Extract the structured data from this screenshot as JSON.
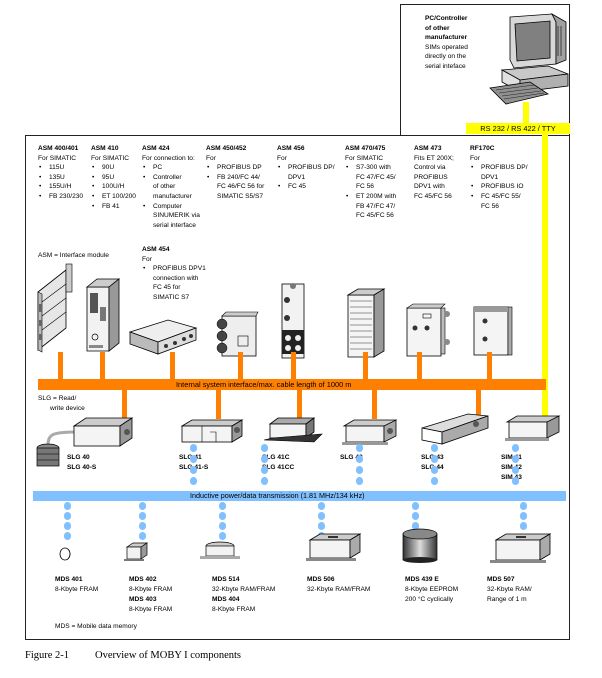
{
  "pc": {
    "description_lines": [
      "PC/Controller",
      "of other",
      "manufacturer",
      "SIMs operated",
      "directly on the",
      "serial inteface"
    ],
    "interface_label": "RS 232 / RS 422 / TTY"
  },
  "legend": {
    "asm": "ASM = Interface module",
    "slg_line1": "SLG = Read/",
    "slg_line2": "write device",
    "mds": "MDS =  Mobile data memory"
  },
  "asm_modules": [
    {
      "title": "ASM 400/401",
      "subtitle": "For SIMATIC",
      "items": [
        [
          "115U"
        ],
        [
          "135U"
        ],
        [
          "155U/H"
        ],
        [
          "FB 230/230"
        ]
      ]
    },
    {
      "title": "ASM 410",
      "subtitle": "For SIMATIC",
      "items": [
        [
          "90U"
        ],
        [
          "95U"
        ],
        [
          "100U/H"
        ],
        [
          "ET 100/200"
        ],
        [
          "FB 41"
        ]
      ]
    },
    {
      "title": "ASM 424",
      "subtitle": "For connection to:",
      "items": [
        [
          "PC"
        ],
        [
          "Controller",
          "of other",
          "manufacturer"
        ],
        [
          "Computer",
          "SINUMERIK via",
          "serial interface"
        ]
      ]
    },
    {
      "title": "ASM 450/452",
      "subtitle": "For",
      "items": [
        [
          "PROFIBUS DP"
        ],
        [
          "FB 240/FC 44/",
          "FC 46/FC 56 for",
          "SIMATIC S5/S7"
        ]
      ]
    },
    {
      "title": "ASM 456",
      "subtitle": "For",
      "items": [
        [
          "PROFIBUS DP/",
          "DPV1"
        ],
        [
          "FC 45"
        ]
      ]
    },
    {
      "title": "ASM 470/475",
      "subtitle": "For SIMATIC",
      "items": [
        [
          "S7-300 with",
          "FC 47/FC 45/",
          "FC 56"
        ],
        [
          "ET 200M with",
          "FB 47/FC 47/",
          "FC 45/FC 56"
        ]
      ]
    },
    {
      "title": "ASM 473",
      "subtitle": "Fits ET 200X;",
      "extra_lines": [
        "Control via",
        "PROFIBUS",
        "DPV1 with",
        "FC 45/FC 56"
      ],
      "items": []
    },
    {
      "title": "RF170C",
      "subtitle": "For",
      "items": [
        [
          "PROFIBUS DP/",
          "DPV1"
        ],
        [
          "PROFIBUS IO"
        ],
        [
          "FC 45/FC 55/",
          "FC 56"
        ]
      ]
    },
    {
      "title": "ASM 454",
      "subtitle": "For",
      "items": [
        [
          "PROFIBUS DPV1",
          "connection with",
          "FC 45 for",
          "SIMATIC S7"
        ]
      ]
    }
  ],
  "buses": {
    "internal": "Internal system interface/max. cable length of 1000 m",
    "inductive": "Inductive power/data transmission (1.81 MHz/134 kHz)"
  },
  "slg_devices": [
    {
      "lines": [
        "SLG 40",
        "SLG 40-S"
      ]
    },
    {
      "lines": [
        "SLG 41",
        "SLG 41-S"
      ]
    },
    {
      "lines": [
        "SLG 41C",
        "SLG 41CC"
      ]
    },
    {
      "lines": [
        "SLG 42"
      ]
    },
    {
      "lines": [
        "SLG 43",
        "SLG 44"
      ]
    },
    {
      "lines": [
        "SIM 41",
        "SIM 42",
        "SIM 43"
      ]
    }
  ],
  "mds_devices": [
    {
      "name": "MDS 401",
      "desc": [
        "8-Kbyte FRAM"
      ]
    },
    {
      "name": "MDS 402",
      "desc": [
        "8-Kbyte FRAM"
      ],
      "name2": "MDS 403",
      "desc2": [
        "8-Kbyte FRAM"
      ]
    },
    {
      "name": "MDS 514",
      "desc": [
        "32-Kbyte RAM/FRAM"
      ],
      "name2": "MDS 404",
      "desc2": [
        "8-Kbyte FRAM"
      ]
    },
    {
      "name": "MDS 506",
      "desc": [
        "32-Kbyte RAM/FRAM"
      ]
    },
    {
      "name": "MDS 439 E",
      "desc": [
        "8-Kbyte EEPROM",
        "200 °C cyclically"
      ]
    },
    {
      "name": "MDS 507",
      "desc": [
        "32-Kbyte RAM/",
        "Range of 1 m"
      ]
    }
  ],
  "caption": {
    "number": "Figure 2-1",
    "text": "Overview of MOBY I components"
  },
  "colors": {
    "internal_bus": "#ff8000",
    "inductive_bus": "#80c0ff",
    "serial_line": "#ffff00"
  }
}
